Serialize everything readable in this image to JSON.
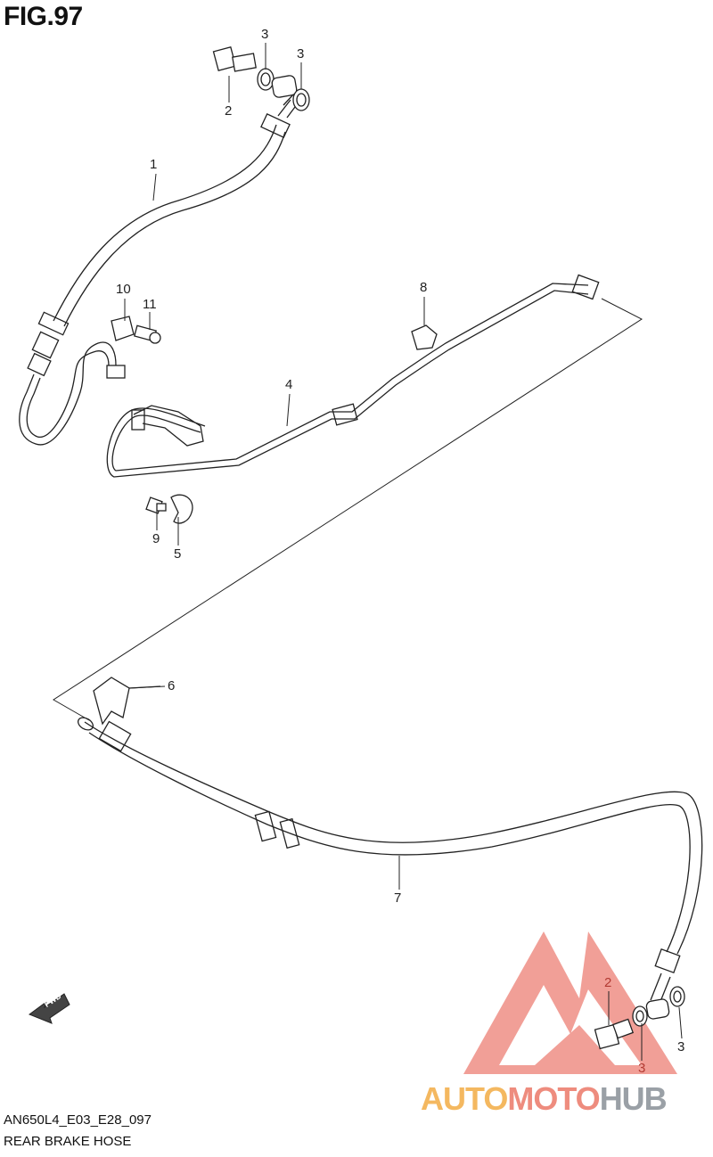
{
  "figure": {
    "title": "FIG.97"
  },
  "callouts": [
    {
      "id": "c1",
      "text": "1"
    },
    {
      "id": "c2a",
      "text": "2"
    },
    {
      "id": "c3a",
      "text": "3"
    },
    {
      "id": "c3b",
      "text": "3"
    },
    {
      "id": "c10",
      "text": "10"
    },
    {
      "id": "c11",
      "text": "11"
    },
    {
      "id": "c8",
      "text": "8"
    },
    {
      "id": "c4",
      "text": "4"
    },
    {
      "id": "c9",
      "text": "9"
    },
    {
      "id": "c5",
      "text": "5"
    },
    {
      "id": "c6",
      "text": "6"
    },
    {
      "id": "c7",
      "text": "7"
    },
    {
      "id": "c2b",
      "text": "2"
    },
    {
      "id": "c3c",
      "text": "3"
    },
    {
      "id": "c3d",
      "text": "3"
    }
  ],
  "direction_marker": {
    "text": "FWD"
  },
  "footer": {
    "code": "AN650L4_E03_E28_097",
    "caption": "REAR BRAKE HOSE"
  },
  "watermark": {
    "part1": "AUTO",
    "part2": "MOTO",
    "part3": "HUB",
    "colors": {
      "auto": "#f4b860",
      "moto": "#ee8c7e",
      "hub": "#9aa0a6",
      "mountain": "#ef8f86"
    }
  }
}
